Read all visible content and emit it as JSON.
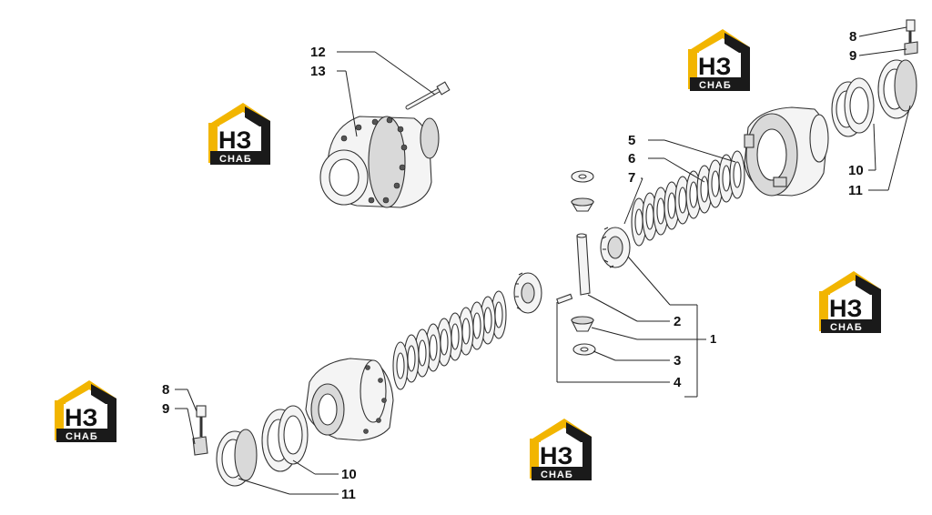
{
  "callouts": {
    "c1": "1",
    "c2": "2",
    "c3": "3",
    "c4": "4",
    "c5": "5",
    "c6": "6",
    "c7": "7",
    "c8_top": "8",
    "c9_top": "9",
    "c10_right": "10",
    "c11_right": "11",
    "c12": "12",
    "c13": "13",
    "c8_left": "8",
    "c9_left": "9",
    "c10_bottom": "10",
    "c11_bottom": "11"
  },
  "watermark": {
    "brand_letters": "НЗ",
    "brand_caption": "СНАБ",
    "colors": {
      "yellow": "#f2b500",
      "dark": "#1a1a1a",
      "white": "#ffffff"
    }
  },
  "colors": {
    "line": "#222222",
    "part_fill": "#f4f4f4",
    "part_shade": "#d9d9d9"
  }
}
